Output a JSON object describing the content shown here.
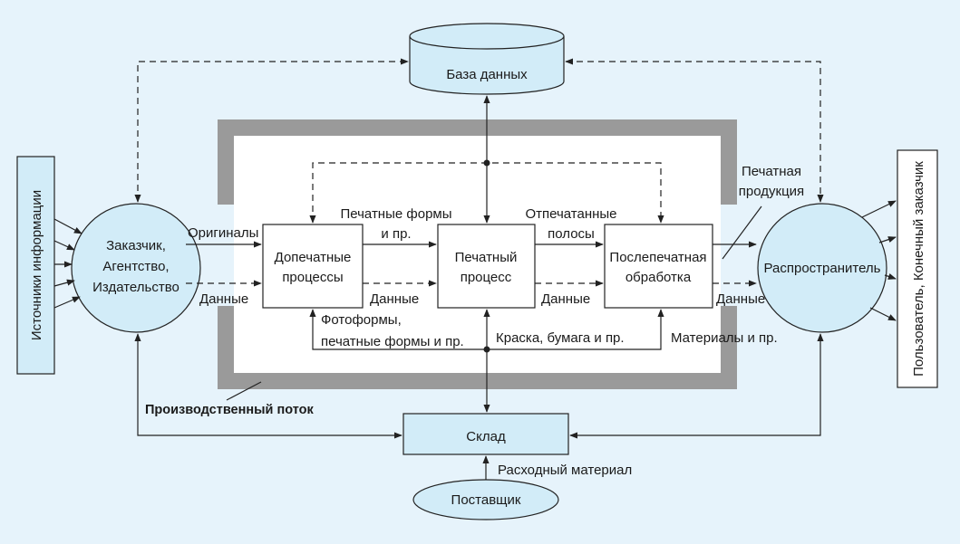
{
  "nodes": {
    "database": "База данных",
    "customer": [
      "Заказчик,",
      "Агентство,",
      "Издательство"
    ],
    "prepress": [
      "Допечатные",
      "процессы"
    ],
    "press": [
      "Печатный",
      "процесс"
    ],
    "postpress": [
      "Послепечатная",
      "обработка"
    ],
    "distributor": "Распространитель",
    "warehouse": "Склад",
    "supplier": "Поставщик",
    "info_sources": "Источники информации",
    "end_user": "Пользователь, Конечный заказчик"
  },
  "labels": {
    "originals": "Оригиналы",
    "data": "Данные",
    "printing_forms": [
      "Печатные формы",
      "и пр."
    ],
    "printed_sheets": [
      "Отпечатанные",
      "полосы"
    ],
    "printed_products": [
      "Печатная",
      "продукция"
    ],
    "photoforms": [
      "Фотоформы,",
      "печатные формы и пр."
    ],
    "ink_paper": "Краска, бумага и пр.",
    "materials": "Материалы и пр.",
    "consumables": "Расходный материал",
    "production_flow": "Производственный поток"
  },
  "colors": {
    "background": "#e6f3fb",
    "shape_fill": "#d2ecf8",
    "frame": "#9a9a9a",
    "line": "#222222"
  }
}
